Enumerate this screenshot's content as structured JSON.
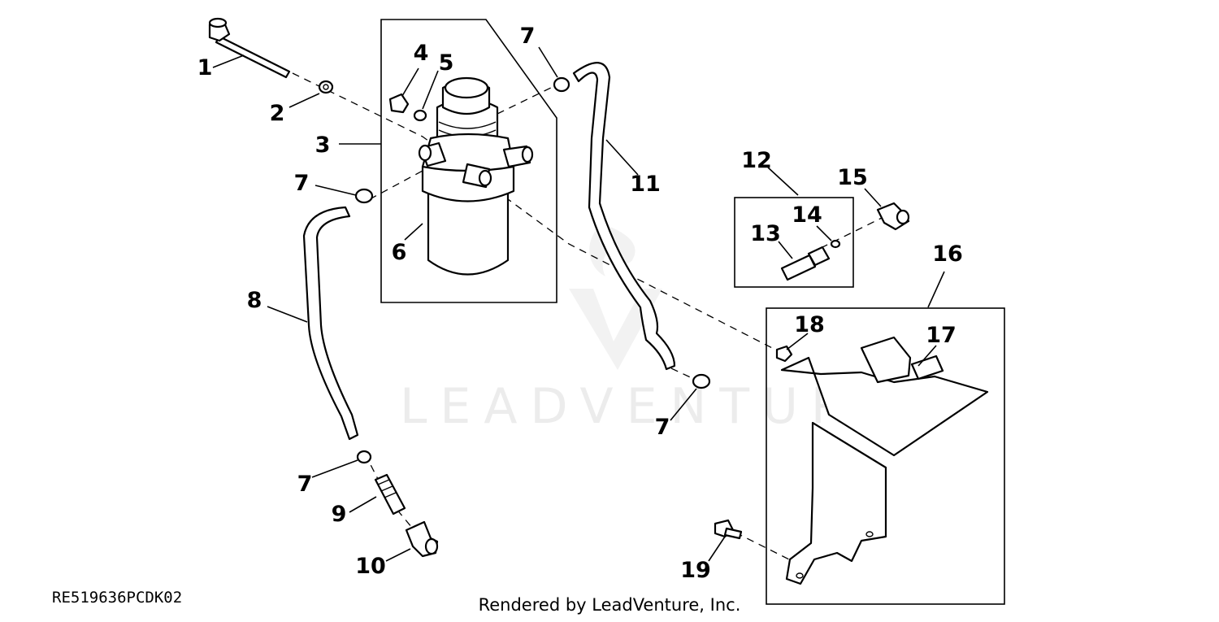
{
  "watermark": {
    "brand": "LEADVENTURE"
  },
  "callouts": {
    "c1": "1",
    "c2": "2",
    "c3": "3",
    "c4": "4",
    "c5": "5",
    "c6": "6",
    "c7a": "7",
    "c7b": "7",
    "c7c": "7",
    "c7d": "7",
    "c8": "8",
    "c9": "9",
    "c10": "10",
    "c11": "11",
    "c12": "12",
    "c13": "13",
    "c14": "14",
    "c15": "15",
    "c16": "16",
    "c17": "17",
    "c18": "18",
    "c19": "19"
  },
  "footer": {
    "diagram_code": "RE519636PCDK02",
    "credit": "Rendered by LeadVenture, Inc."
  }
}
